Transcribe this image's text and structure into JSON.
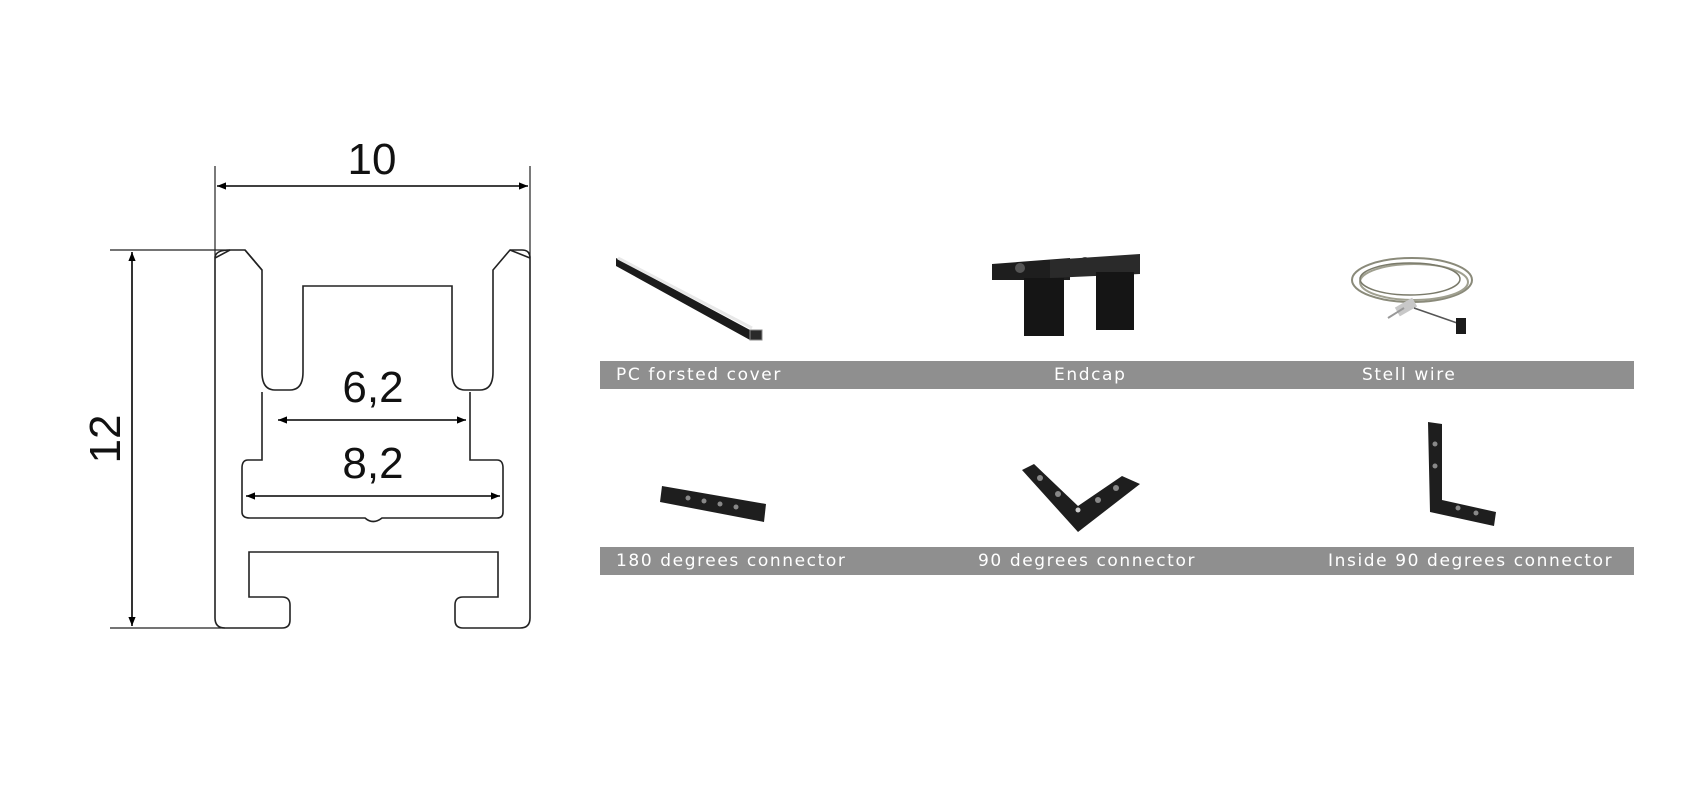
{
  "profile": {
    "width_label": "10",
    "height_label": "12",
    "inner_top_label": "6,2",
    "inner_bottom_label": "8,2"
  },
  "accessories": {
    "row1": [
      {
        "label": "PC forsted cover",
        "icon": "frosted-cover-icon"
      },
      {
        "label": "Endcap",
        "icon": "endcap-icon"
      },
      {
        "label": "Stell wire",
        "icon": "steel-wire-icon"
      }
    ],
    "row2": [
      {
        "label": "180 degrees connector",
        "icon": "straight-connector-icon"
      },
      {
        "label": "90 degrees connector",
        "icon": "corner-connector-icon"
      },
      {
        "label": "Inside 90 degrees connector",
        "icon": "inside-corner-connector-icon"
      }
    ]
  },
  "colors": {
    "band": "#8f8f8f",
    "band_text": "#ffffff",
    "part": "#1b1b1b"
  }
}
